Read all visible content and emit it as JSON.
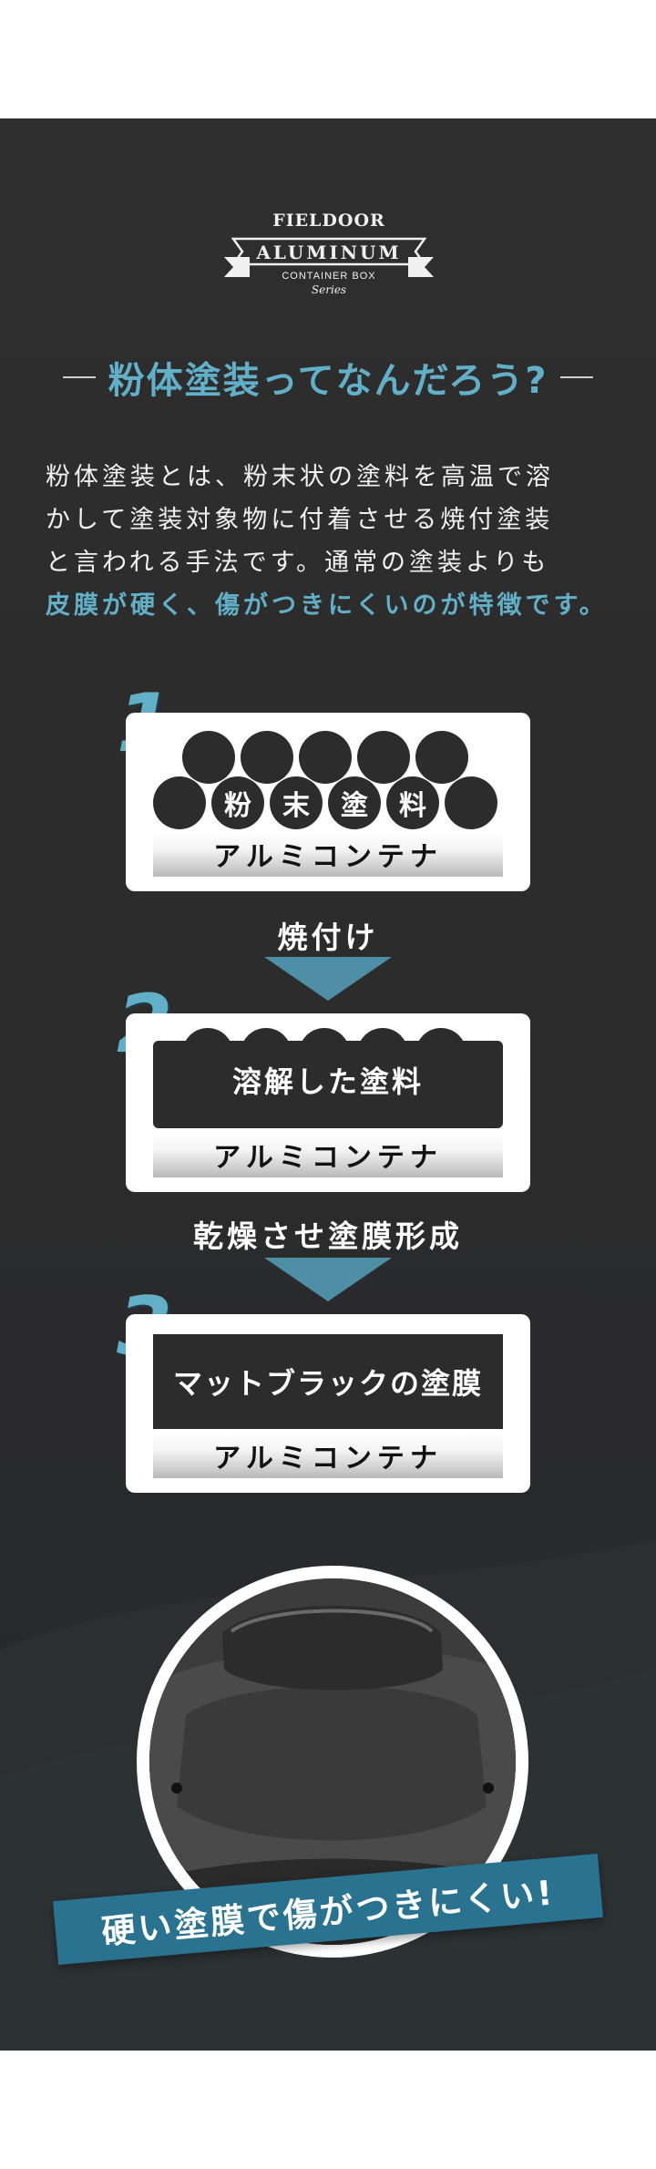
{
  "logo": {
    "brand": "FIELDOOR",
    "product": "ALUMINUM",
    "line": "CONTAINER BOX",
    "series": "Series"
  },
  "headline": "粉体塗装ってなんだろう?",
  "intro": {
    "line1": "粉体塗装とは、粉末状の塗料を高温で溶",
    "line2": "かして塗装対象物に付着させる焼付塗装",
    "line3": "と言われる手法です。通常の塗装よりも",
    "line4": "皮膜が硬く、傷がつきにくいのが特徴です。"
  },
  "steps": [
    {
      "number": "1",
      "powder": [
        "粉",
        "末",
        "塗",
        "料"
      ],
      "base": "アルミコンテナ"
    },
    {
      "number": "2",
      "melt": "溶解した塗料",
      "base": "アルミコンテナ"
    },
    {
      "number": "3",
      "film": "マットブラックの塗膜",
      "base": "アルミコンテナ"
    }
  ],
  "process": {
    "bake": "焼付け",
    "dry": "乾燥させ塗膜形成"
  },
  "ribbon": "硬い塗膜で傷がつきにくい!",
  "colors": {
    "accent": "#62b0c8",
    "arrow": "#4f8fa5",
    "ribbon": "#2a7390",
    "panel": "#2e2e2e"
  }
}
